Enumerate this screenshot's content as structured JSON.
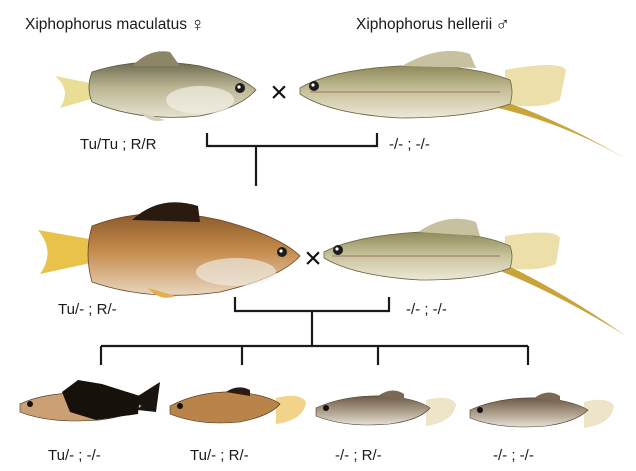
{
  "species": {
    "female": {
      "name": "Xiphophorus maculatus",
      "symbol": "♀"
    },
    "male": {
      "name": "Xiphophorus hellerii",
      "symbol": "♂"
    }
  },
  "cross_symbol": "×",
  "generations": {
    "parents": {
      "female_genotype": "Tu/Tu ; R/R",
      "male_genotype": "-/- ; -/-"
    },
    "f1": {
      "hybrid_genotype": "Tu/- ; R/-",
      "backcross_genotype": "-/- ; -/-"
    },
    "backcross_offspring": [
      {
        "genotype": "Tu/- ; -/-"
      },
      {
        "genotype": "Tu/- ; R/-"
      },
      {
        "genotype": "-/- ; R/-"
      },
      {
        "genotype": "-/- ; -/-"
      }
    ]
  }
}
